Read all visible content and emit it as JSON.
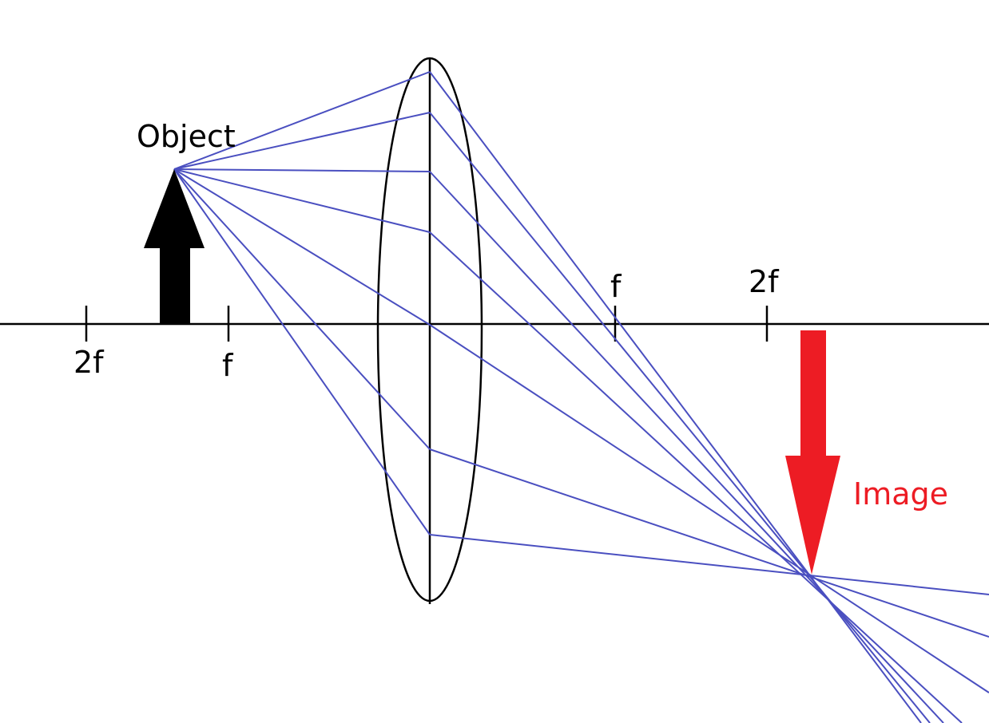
{
  "labels": {
    "object": "Object",
    "image": "Image",
    "left_2f": "2f",
    "left_f": "f",
    "right_f": "f",
    "right_2f": "2f"
  },
  "colors": {
    "rays": "#4a4fc0",
    "object_arrow": "#000000",
    "image_arrow": "#ed1c24",
    "image_label": "#ed1c24",
    "lines": "#000000"
  }
}
